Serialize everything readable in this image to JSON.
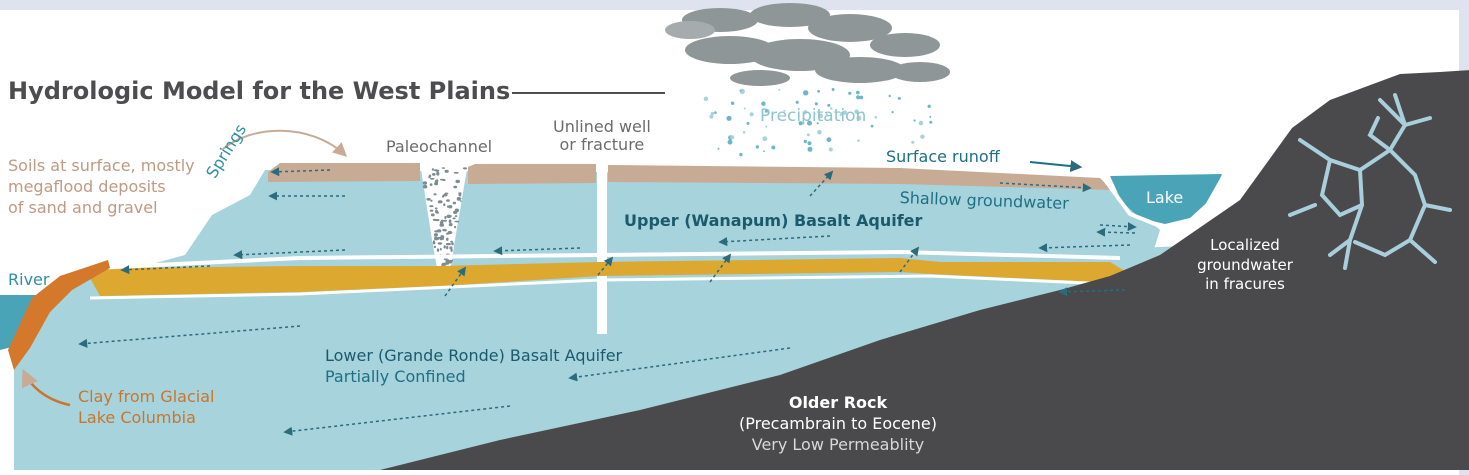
{
  "title": "Hydrologic Model for the West Plains",
  "labels": {
    "soils_line1": "Soils at surface, mostly",
    "soils_line2": "megaflood deposits",
    "soils_line3": "of sand and gravel",
    "springs": "Springs",
    "paleochannel": "Paleochannel",
    "well_line1": "Unlined well",
    "well_line2": "or fracture",
    "precipitation": "Precipitation",
    "surface_runoff": "Surface runoff",
    "lake": "Lake",
    "shallow_groundwater": "Shallow groundwater",
    "upper_aquifer": "Upper (Wanapum) Basalt Aquifer",
    "river": "River",
    "lower_aquifer_line1": "Lower  (Grande Ronde) Basalt Aquifer",
    "lower_aquifer_line2": "Partially Confined",
    "clay_line1": "Clay from Glacial",
    "clay_line2": "Lake Columbia",
    "older_rock_line1": "Older Rock",
    "older_rock_line2": "(Precambrain to Eocene)",
    "older_rock_line3": "Very Low Permeablity",
    "localized_line1": "Localized",
    "localized_line2": "groundwater",
    "localized_line3": "in fracures"
  },
  "colors": {
    "aquifer": "#a6d3dc",
    "water": "#4aa4b8",
    "soil": "#c7ab95",
    "interbed": "#dca830",
    "clay": "#d4782c",
    "rock": "#4a4a4c",
    "fracture": "#a8cfdb",
    "cloud": "#8f9697",
    "text_dark": "#4d4d4f",
    "text_teal": "#1f6f84",
    "text_soil": "#c09a82",
    "text_orange": "#c9762c"
  },
  "icons": {
    "cloud": "rain-cloud",
    "flow": "dotted-flow-arrow",
    "fracture": "fracture-network"
  }
}
